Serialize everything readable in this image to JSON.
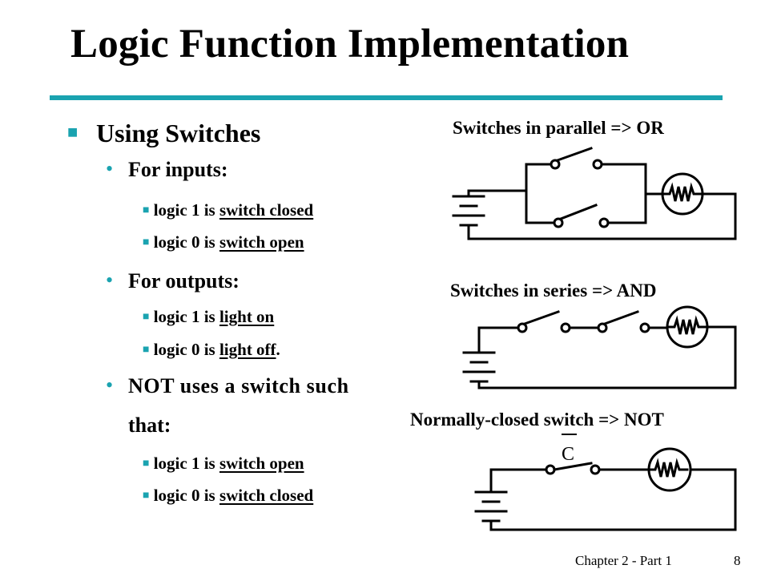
{
  "title": "Logic Function Implementation",
  "heading": "Using Switches",
  "inputs": {
    "label": "For inputs:",
    "item1_prefix": "logic 1 is ",
    "item1_term": "switch closed",
    "item2_prefix": "logic 0 is ",
    "item2_term": "switch open"
  },
  "outputs": {
    "label": "For outputs:",
    "item1_prefix": "logic 1 is ",
    "item1_term": "light on",
    "item2_prefix": "logic 0 is ",
    "item2_term": "light off",
    "item2_suffix": "."
  },
  "not_section": {
    "label_line1": "NOT uses a switch such",
    "label_line2": "that:",
    "item1_prefix": "logic 1 is ",
    "item1_term": "switch open",
    "item2_prefix": "logic 0 is ",
    "item2_term": "switch closed"
  },
  "diagrams": {
    "parallel_caption": "Switches in parallel => OR",
    "series_caption": "Switches in series => AND",
    "not_caption": "Normally-closed switch => NOT",
    "not_switch_label": "C"
  },
  "footer": {
    "chapter": "Chapter 2 - Part 1",
    "page": "8"
  },
  "colors": {
    "accent": "#1aa3b0",
    "text": "#000000"
  }
}
